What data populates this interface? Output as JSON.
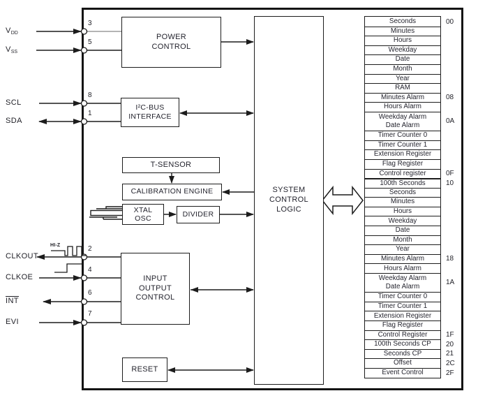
{
  "diagram": {
    "background": "#ffffff",
    "line_color": "#1c1c1c",
    "gray_line_color": "#9c9c9c"
  },
  "pins": [
    {
      "id": "vdd",
      "label": "V",
      "subscript": "DD",
      "number": "3",
      "direction": "in"
    },
    {
      "id": "vss",
      "label": "V",
      "subscript": "SS",
      "number": "5",
      "direction": "in"
    },
    {
      "id": "scl",
      "label": "SCL",
      "subscript": "",
      "number": "8",
      "direction": "in"
    },
    {
      "id": "sda",
      "label": "SDA",
      "subscript": "",
      "number": "1",
      "direction": "bidirectional"
    },
    {
      "id": "clkout",
      "label": "CLKOUT",
      "subscript": "",
      "number": "2",
      "direction": "out",
      "annotation": "HI-Z"
    },
    {
      "id": "clkoe",
      "label": "CLKOE",
      "subscript": "",
      "number": "4",
      "direction": "in"
    },
    {
      "id": "int",
      "label": "INT",
      "subscript": "",
      "number": "6",
      "direction": "out",
      "overline": true
    },
    {
      "id": "evi",
      "label": "EVI",
      "subscript": "",
      "number": "7",
      "direction": "in"
    }
  ],
  "annotations": {
    "hiz_label": "HI-Z"
  },
  "blocks": {
    "power_control": {
      "lines": [
        "POWER",
        "CONTROL"
      ]
    },
    "i2c_interface": {
      "lines": [
        "I²C-BUS",
        "INTERFACE"
      ]
    },
    "t_sensor": {
      "lines": [
        "T-SENSOR"
      ]
    },
    "calibration_engine": {
      "lines": [
        "CALIBRATION ENGINE"
      ]
    },
    "xtal_osc": {
      "lines": [
        "XTAL",
        "OSC"
      ]
    },
    "divider": {
      "lines": [
        "DIVIDER"
      ]
    },
    "input_output_control": {
      "lines": [
        "INPUT",
        "OUTPUT",
        "CONTROL"
      ]
    },
    "reset": {
      "lines": [
        "RESET"
      ]
    },
    "system_control_logic": {
      "lines": [
        "SYSTEM",
        "CONTROL",
        "LOGIC"
      ]
    }
  },
  "registers": {
    "rows": [
      {
        "lines": [
          "Seconds"
        ],
        "addr": "00"
      },
      {
        "lines": [
          "Minutes"
        ]
      },
      {
        "lines": [
          "Hours"
        ]
      },
      {
        "lines": [
          "Weekday"
        ]
      },
      {
        "lines": [
          "Date"
        ]
      },
      {
        "lines": [
          "Month"
        ]
      },
      {
        "lines": [
          "Year"
        ]
      },
      {
        "lines": [
          "RAM"
        ]
      },
      {
        "lines": [
          "Minutes Alarm"
        ],
        "addr": "08"
      },
      {
        "lines": [
          "Hours Alarm"
        ]
      },
      {
        "lines": [
          "Weekday Alarm",
          "Date Alarm"
        ],
        "addr": "0A"
      },
      {
        "lines": [
          "Timer Counter 0"
        ]
      },
      {
        "lines": [
          "Timer Counter 1"
        ]
      },
      {
        "lines": [
          "Extension Register"
        ]
      },
      {
        "lines": [
          "Flag Register"
        ]
      },
      {
        "lines": [
          "Control register"
        ],
        "addr": "0F"
      },
      {
        "lines": [
          "100th Seconds"
        ],
        "addr": "10",
        "thick": true
      },
      {
        "lines": [
          "Seconds"
        ]
      },
      {
        "lines": [
          "Minutes"
        ]
      },
      {
        "lines": [
          "Hours"
        ]
      },
      {
        "lines": [
          "Weekday"
        ]
      },
      {
        "lines": [
          "Date"
        ]
      },
      {
        "lines": [
          "Month"
        ]
      },
      {
        "lines": [
          "Year"
        ]
      },
      {
        "lines": [
          "Minutes Alarm"
        ],
        "addr": "18"
      },
      {
        "lines": [
          "Hours Alarm"
        ]
      },
      {
        "lines": [
          "Weekday Alarm",
          "Date Alarm"
        ],
        "addr": "1A"
      },
      {
        "lines": [
          "Timer Counter 0"
        ]
      },
      {
        "lines": [
          "Timer Counter 1"
        ]
      },
      {
        "lines": [
          "Extension Register"
        ]
      },
      {
        "lines": [
          "Flag Register"
        ]
      },
      {
        "lines": [
          "Control Register"
        ],
        "addr": "1F"
      },
      {
        "lines": [
          "100th Seconds CP"
        ],
        "addr": "20"
      },
      {
        "lines": [
          "Seconds CP"
        ],
        "addr": "21"
      },
      {
        "lines": [
          "Offset"
        ],
        "addr": "2C"
      },
      {
        "lines": [
          "Event Control"
        ],
        "addr": "2F"
      }
    ]
  }
}
